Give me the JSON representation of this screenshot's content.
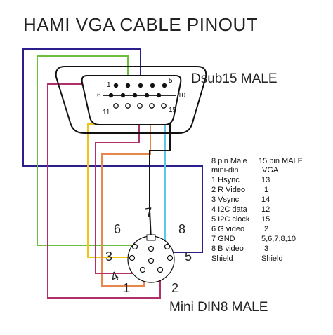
{
  "title": "HAMI VGA CABLE PINOUT",
  "dsub_label": "Dsub15 MALE",
  "din_label": "Mini DIN8 MALE",
  "dsub_pin_labels": {
    "p1": "1",
    "p5": "5",
    "p6": "6",
    "p10": "10",
    "p11": "11",
    "p15": "15"
  },
  "din_pin_labels": {
    "p1": "1",
    "p2": "2",
    "p3": "3",
    "p4": "4",
    "p5": "5",
    "p6": "6",
    "p7": "7",
    "p8": "8"
  },
  "table": {
    "header1": [
      "8 pin Male",
      "15 pin MALE"
    ],
    "header2": [
      "mini-din",
      "VGA"
    ],
    "rows": [
      [
        "1 Hsync",
        "13"
      ],
      [
        "2 R Video",
        "1"
      ],
      [
        "3 Vsync",
        "14"
      ],
      [
        "4 I2C data",
        "12"
      ],
      [
        "5 I2C clock",
        "15"
      ],
      [
        "6 G video",
        "2"
      ],
      [
        "7 GND",
        "5,6,7,8,10"
      ],
      [
        "8 B video",
        "3"
      ],
      [
        "Shield",
        "Shield"
      ]
    ]
  },
  "colors": {
    "blue": "#2b1f8f",
    "green": "#6bbf3a",
    "magenta": "#b0306a",
    "yellow": "#f0c419",
    "orange": "#e8874a",
    "lightblue": "#5bc8e8",
    "black": "#111111"
  }
}
